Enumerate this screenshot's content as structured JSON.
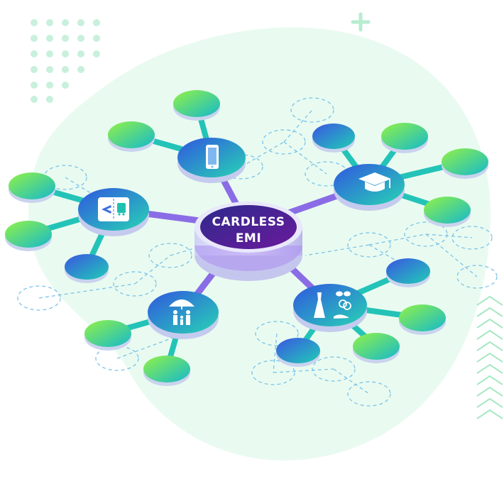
{
  "hub": {
    "label_line1": "CARDLESS",
    "label_line2": "EMI"
  },
  "categories": [
    {
      "id": "mobile",
      "icon": "smartphone-icon"
    },
    {
      "id": "education",
      "icon": "graduation-cap-icon"
    },
    {
      "id": "fashion",
      "icon": "fashion-accessories-icon"
    },
    {
      "id": "insurance",
      "icon": "umbrella-family-icon"
    },
    {
      "id": "travel",
      "icon": "travel-ticket-icon"
    }
  ],
  "colors": {
    "background_blob": "#e9fbf0",
    "hub_gradient_start": "#2e2a8c",
    "hub_gradient_end": "#6a1a9c",
    "node_gradient_start": "#2f5fe0",
    "node_gradient_end": "#29d0b8",
    "leaf_gradient_start": "#8cf04a",
    "leaf_gradient_end": "#18b8c8",
    "connector": "#9a7be0",
    "dashed_outline": "#7cc3ea",
    "decoration": "#b7ecd0"
  }
}
